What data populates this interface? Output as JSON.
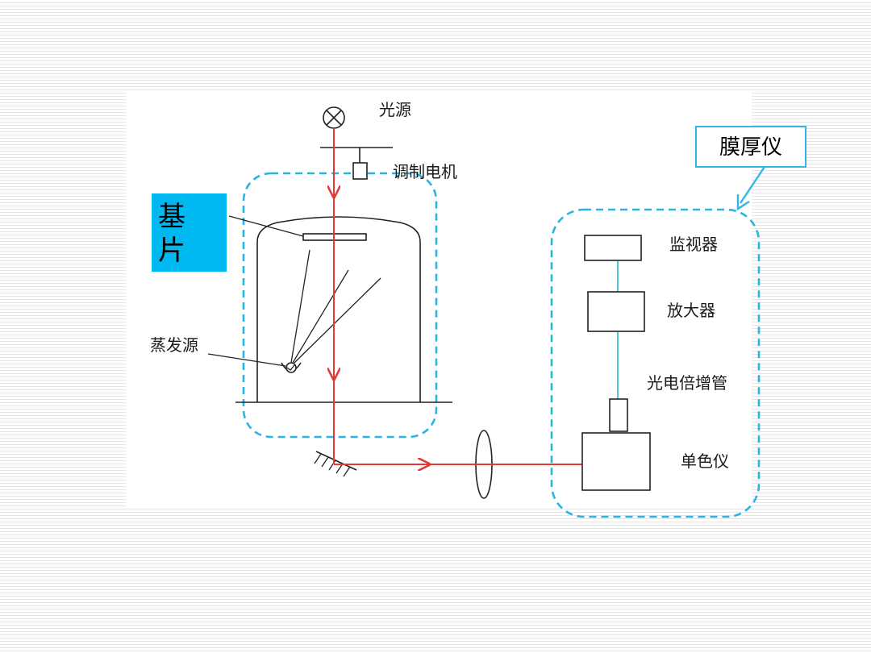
{
  "colors": {
    "beam": "#e53935",
    "dash_boundary": "#2ab3e3",
    "substrate_badge": "#00b8f0",
    "callout_border": "#31b6e6",
    "connector": "#40c0c8",
    "line": "#222222"
  },
  "icons": [
    "light-source-icon",
    "arrow-icon",
    "lens-icon"
  ],
  "labels": {
    "light_source": "光源",
    "modulation_motor": "调制电机",
    "substrate": "基片",
    "evaporation_source": "蒸发源",
    "film_thickness_meter": "膜厚仪",
    "monitor": "监视器",
    "amplifier": "放大器",
    "photomultiplier": "光电倍增管",
    "monochromator": "单色仪"
  }
}
